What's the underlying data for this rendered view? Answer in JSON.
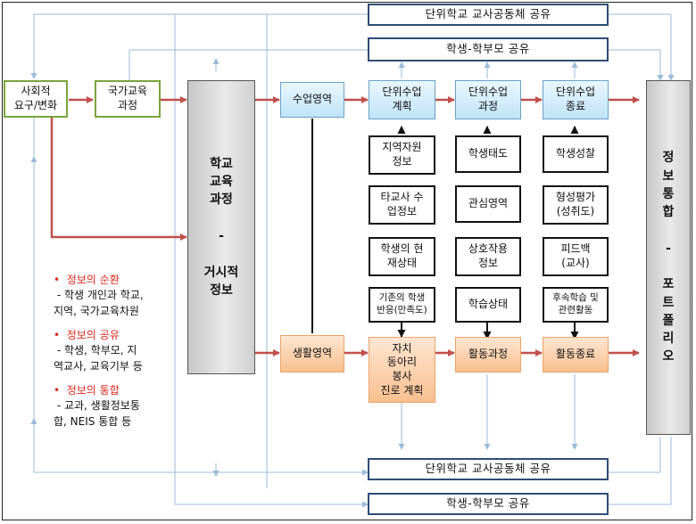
{
  "social": "사회적\n요구/변화",
  "national": "국가교육\n과정",
  "school": "학교\n교육\n과정\n\n-\n\n거시적\n정보",
  "integration": "정\n보\n통\n합\n\n-\n\n포\n트\n폴\n리\n오",
  "instruction": "수업영역",
  "lifearea": "생활영역",
  "stages": [
    "단위수업\n계획",
    "단위수업\n과정",
    "단위수업\n종료"
  ],
  "col_plan": [
    "지역자원\n정보",
    "타교사 수\n업정보",
    "학생의 현\n재상태",
    "기존의 학생\n반응(만족도)"
  ],
  "col_process": [
    "학생태도",
    "관심영역",
    "상호작용\n정보",
    "학습상태"
  ],
  "col_end": [
    "학생성찰",
    "형성평가\n(성취도)",
    "피드백\n(교사)",
    "후속학습 및\n관련활동"
  ],
  "activities": [
    "자치\n동아리\n봉사\n진로 계획",
    "활동과정",
    "활동종료"
  ],
  "top_share": [
    "단위학교 교사공동체 공유",
    "학생-학부모 공유"
  ],
  "bottom_share": [
    "단위학교 교사공동체 공유",
    "학생-학부모 공유"
  ],
  "legend": [
    {
      "title": "정보의 순환",
      "desc": " - 학생 개인과 학교,\n지역, 국가교육차원"
    },
    {
      "title": "정보의 공유",
      "desc": " - 학생, 학부모, 지\n역교사, 교육기부 등"
    },
    {
      "title": "정보의 통합",
      "desc": " - 교과, 생활정보통\n합, NEIS 통합 등"
    }
  ],
  "colors": {
    "arrow_red": "#c0504d",
    "blue_line": "#9bbbd9",
    "navy": "#2f4d75",
    "green": "#7aa33c"
  }
}
